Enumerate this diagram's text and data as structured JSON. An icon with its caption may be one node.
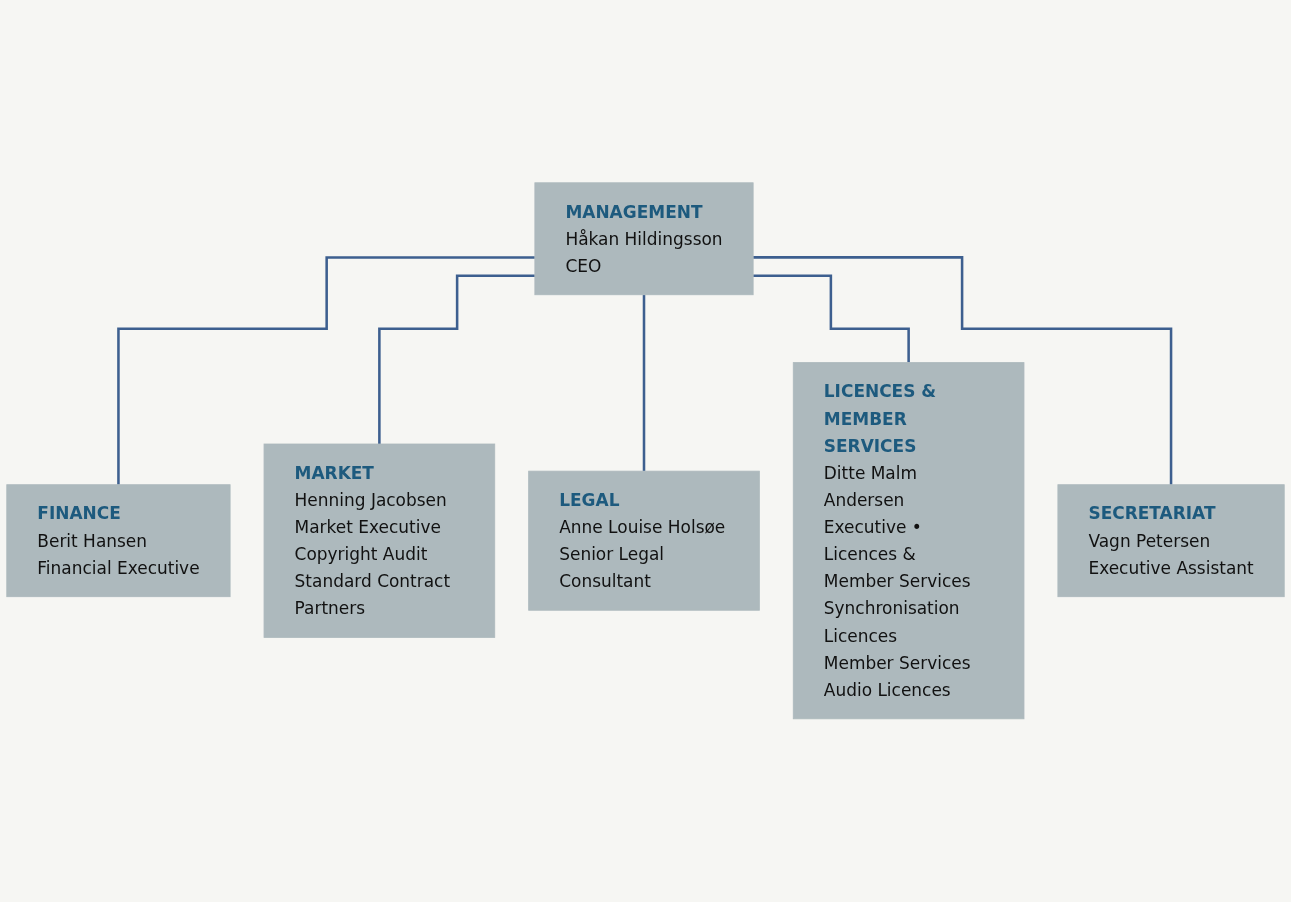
{
  "diagram": {
    "nodes": [
      {
        "text": [
          "MANAGEMENT",
          "Håkan Hildingsson",
          "CEO"
        ]
      },
      {
        "text": [
          "FINANCE",
          "Berit Hansen",
          "Financial Executive"
        ]
      },
      {
        "text": [
          "MARKET",
          "Henning Jacobsen",
          "Market Executive",
          "Copyright Audit",
          "Standard Contract Partners"
        ]
      },
      {
        "text": [
          "LEGAL",
          "Anne Louise Holsøe",
          "Senior Legal Consultant"
        ]
      },
      {
        "text": [
          "LICENCES & MEMBER SERVICES",
          "Ditte Malm Andersen",
          "Executive • Licences & Member Services",
          "Synchronisation Licences",
          "Member Services",
          "Audio Licences"
        ]
      },
      {
        "text": [
          "SECRETARIAT",
          "Vagn Petersen",
          "Executive Assistant"
        ]
      }
    ],
    "edges": [
      {
        "from": 0,
        "to": 1,
        "arrow": "none"
      },
      {
        "from": 0,
        "to": 2,
        "arrow": "none"
      },
      {
        "from": 0,
        "to": 3,
        "arrow": "none"
      },
      {
        "from": 0,
        "to": 4,
        "arrow": "none"
      },
      {
        "from": 0,
        "to": 5,
        "arrow": "none"
      }
    ]
  }
}
